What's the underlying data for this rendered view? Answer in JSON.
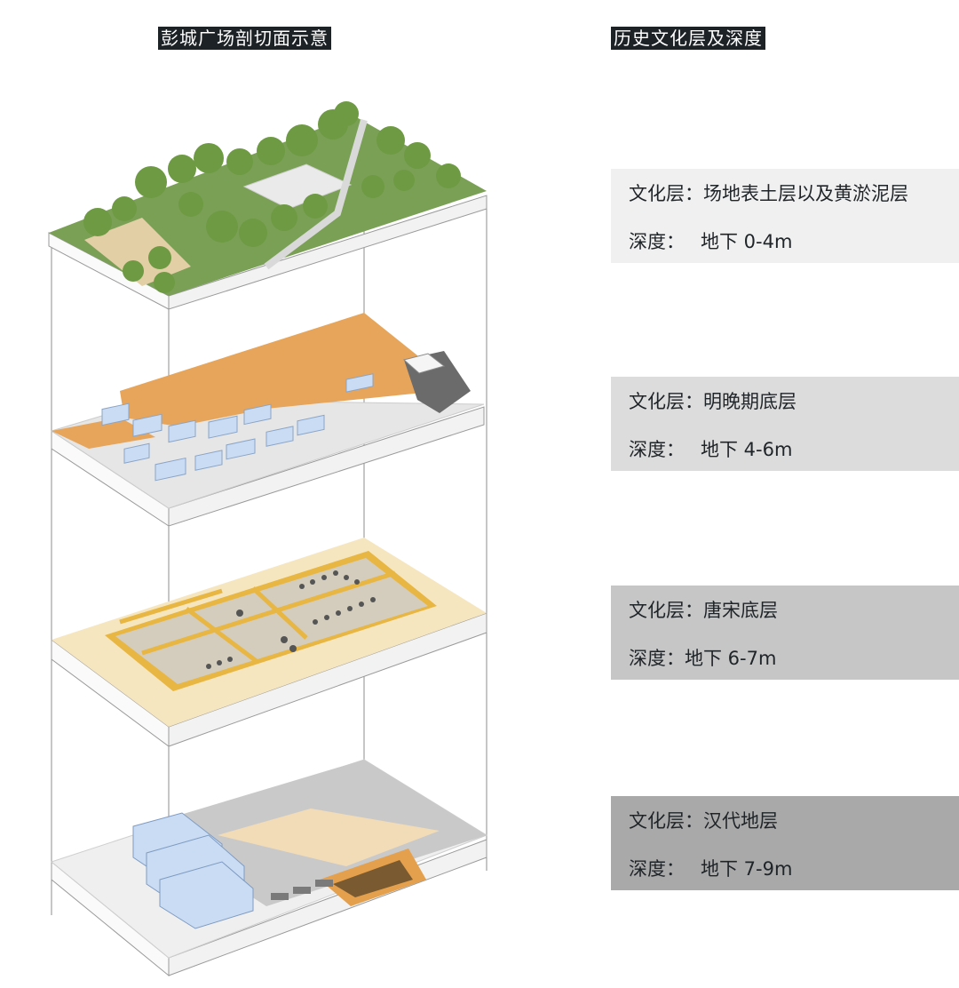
{
  "left_title": "彭城广场剖切面示意",
  "right_title": "历史文化层及深度",
  "layers": [
    {
      "culture_label": "文化层：",
      "culture_value": "场地表土层以及黄淤泥层",
      "depth_label": "深度：",
      "depth_value": "地下 0-4m",
      "box_color": "#f0f0f0"
    },
    {
      "culture_label": "文化层：",
      "culture_value": "明晚期底层",
      "depth_label": "深度：",
      "depth_value": "地下 4-6m",
      "box_color": "#dcdcdc"
    },
    {
      "culture_label": "文化层：",
      "culture_value": "唐宋底层",
      "depth_label": "深度：",
      "depth_value": "地下 6-7m",
      "box_color": "#c6c6c6"
    },
    {
      "culture_label": "文化层：",
      "culture_value": "汉代地层",
      "depth_label": "深度：",
      "depth_value": "地下 7-9m",
      "box_color": "#a9a9a9"
    }
  ],
  "colors": {
    "grass": "#7aa055",
    "tree": "#6e9a43",
    "ming_earth": "#e6a55b",
    "tang_base": "#f6e6c0",
    "tang_wall": "#e8b642",
    "han_concrete": "#c9c9c9",
    "han_sand": "#f1dcb7",
    "building_blue": "#c9dcf3"
  }
}
